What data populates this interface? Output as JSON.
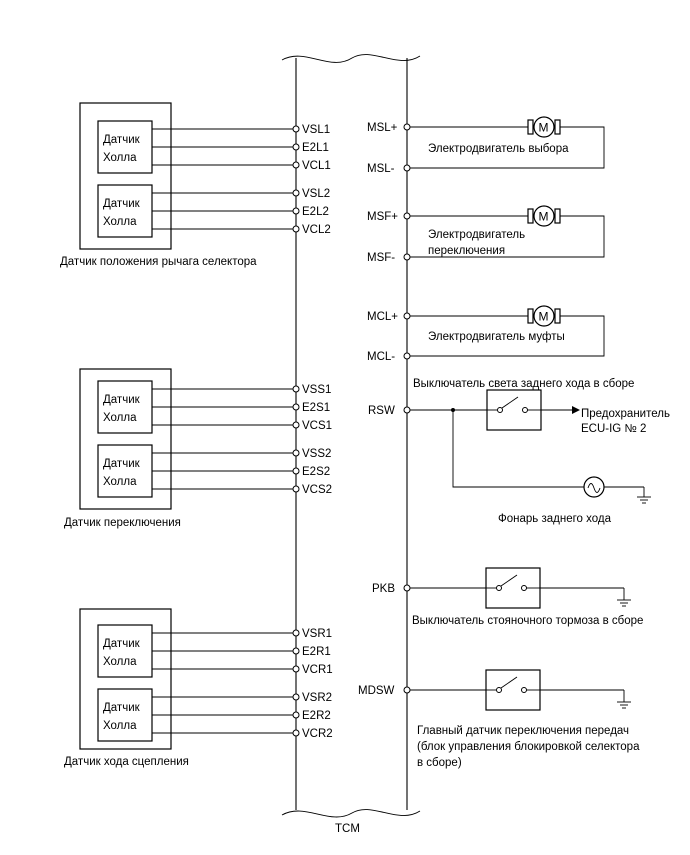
{
  "tcm": {
    "label": "TCM",
    "left_pins": {
      "selector": [
        "VSL1",
        "E2L1",
        "VCL1",
        "VSL2",
        "E2L2",
        "VCL2"
      ],
      "shift": [
        "VSS1",
        "E2S1",
        "VCS1",
        "VSS2",
        "E2S2",
        "VCS2"
      ],
      "clutch": [
        "VSR1",
        "E2R1",
        "VCR1",
        "VSR2",
        "E2R2",
        "VCR2"
      ]
    },
    "right_pins": {
      "msl_plus": "MSL+",
      "msl_minus": "MSL-",
      "msf_plus": "MSF+",
      "msf_minus": "MSF-",
      "mcl_plus": "MCL+",
      "mcl_minus": "MCL-",
      "rsw": "RSW",
      "pkb": "PKB",
      "mdsw": "MDSW"
    }
  },
  "sensors": {
    "hall_line1": "Датчик",
    "hall_line2": "Холла",
    "selector_caption": "Датчик положения рычага селектора",
    "shift_caption": "Датчик переключения",
    "clutch_caption": "Датчик хода сцепления"
  },
  "motors": {
    "symbol": "M",
    "select_motor": "Электродвигатель выбора",
    "shift_motor_line1": "Электродвигатель",
    "shift_motor_line2": "переключения",
    "clutch_motor": "Электродвигатель муфты"
  },
  "reverse": {
    "switch_caption": "Выключатель света заднего хода в сборе",
    "fuse_line1": "Предохранитель",
    "fuse_line2": "ECU-IG № 2",
    "lamp_caption": "Фонарь заднего хода"
  },
  "parking": {
    "switch_caption": "Выключатель стояночного тормоза в сборе"
  },
  "master": {
    "caption_line1": "Главный датчик переключения передач",
    "caption_line2": "(блок управления блокировкой селектора",
    "caption_line3": "в сборе)"
  }
}
